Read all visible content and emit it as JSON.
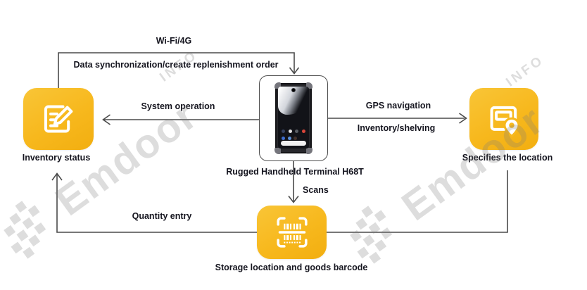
{
  "colors": {
    "accent": "#F7B81D",
    "line": "#4A4A4A",
    "text": "#15151F",
    "card-border": "#4F4F4F",
    "wm": "rgba(124,124,124,0.26)"
  },
  "device": {
    "label": "Rugged Handheld Terminal H68T"
  },
  "nodes": {
    "inventory": {
      "label": "Inventory status",
      "icon": "document-edit-icon"
    },
    "location": {
      "label": "Specifies the location",
      "icon": "map-location-icon"
    },
    "barcode": {
      "label": "Storage location and goods barcode",
      "icon": "barcode-scan-icon"
    }
  },
  "edge_labels": {
    "wifi": "Wi-Fi/4G",
    "data_sync": "Data synchronization/create replenishment order",
    "system_operation": "System operation",
    "gps": "GPS navigation",
    "inventory_shelving": "Inventory/shelving",
    "scans": "Scans",
    "quantity_entry": "Quantity entry"
  },
  "watermark": {
    "brand": "Emdoor",
    "info": "INFO"
  }
}
